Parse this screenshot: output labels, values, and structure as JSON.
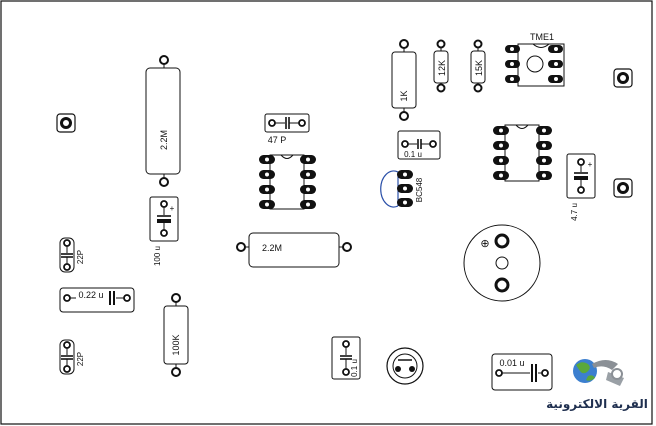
{
  "board": {
    "labels": {
      "r_2m2_vertical": "2.2M",
      "r_1k": "1K",
      "r_12k": "12K",
      "r_15k": "15K",
      "tme1": "TME1",
      "c_47p": "47 P",
      "c_0_1u_top": "0.1 u",
      "bc548": "BC548",
      "c_4_7u": "4.7 u",
      "c_100u": "100 u",
      "r_2m2_horizontal": "2.2M",
      "c_22p_top": "22P",
      "c_0_22u": "0.22 u",
      "r_100k": "100K",
      "c_22p_bottom": "22P",
      "c_0_1u_bottom": "0.1 u",
      "c_0_01u": "0.01 u",
      "plus_sign": "+",
      "buzzer_plus": "⊕"
    },
    "logo_text": "القرية الالكترونية"
  }
}
